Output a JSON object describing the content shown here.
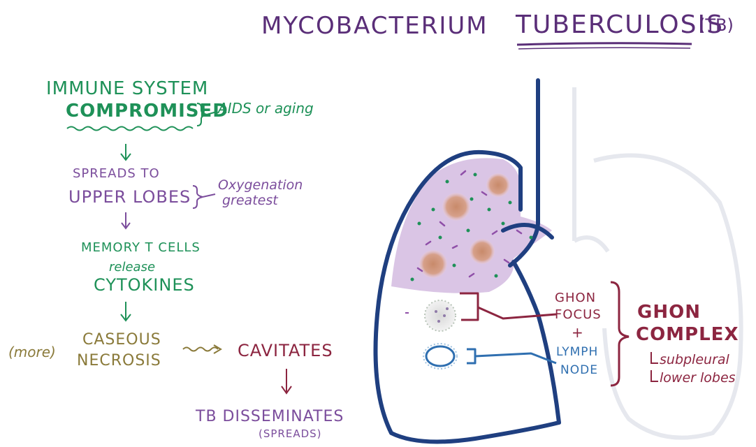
{
  "title": {
    "part1": "MYCOBACTERIUM",
    "part2": "TUBERCULOSIS",
    "abbr": "(TB)"
  },
  "flow": {
    "immune_line1": "IMMUNE SYSTEM",
    "immune_line2": "COMPROMISED",
    "immune_note": "AIDS or aging",
    "spreads_line1": "SPREADS TO",
    "spreads_line2": "UPPER LOBES",
    "spreads_note_line1": "Oxygenation",
    "spreads_note_line2": "greatest",
    "memory_line1": "MEMORY T CELLS",
    "memory_line2": "release",
    "memory_line3": "CYTOKINES",
    "more": "(more)",
    "caseous_line1": "CASEOUS",
    "caseous_line2": "NECROSIS",
    "cavitates": "CAVITATES",
    "disseminates": "TB DISSEMINATES",
    "spreads_paren": "(SPREADS)"
  },
  "lung_labels": {
    "ghon_focus_line1": "GHON",
    "ghon_focus_line2": "FOCUS",
    "plus": "+",
    "lymph_line1": "LYMPH",
    "lymph_line2": "NODE",
    "complex_line1": "GHON",
    "complex_line2": "COMPLEX",
    "sub1": "subpleural",
    "sub2": "lower lobes"
  },
  "colors": {
    "title": "#5a2e78",
    "green": "#1e9158",
    "purple": "#7b4d9c",
    "maroon": "#8c2540",
    "olive": "#8a7a3a",
    "blue": "#2f6fb0",
    "lung_outline": "#1f3f80",
    "infected_fill": "#d8c2e4"
  }
}
